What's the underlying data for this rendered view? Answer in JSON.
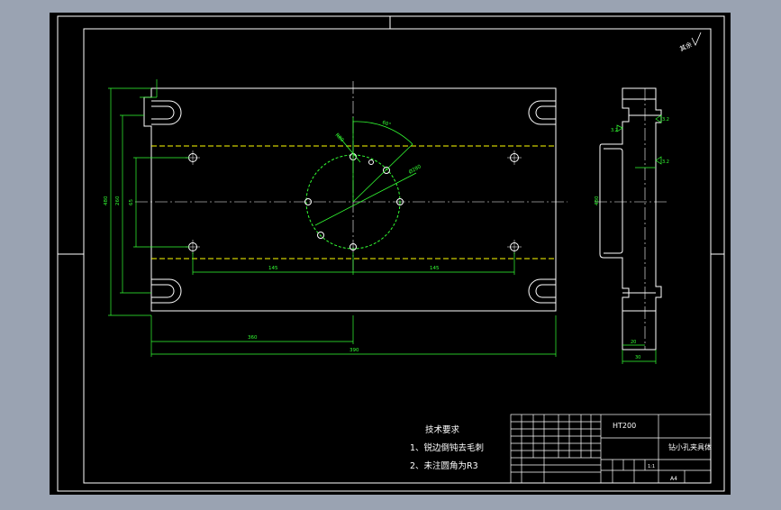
{
  "colors": {
    "background": "#9aa3b2",
    "sheet": "#000000",
    "line": "#ffffff",
    "dimension": "#33ff33",
    "centerline": "#ffff66",
    "hidden": "#ffff00"
  },
  "drawing": {
    "corner_note": "其余",
    "technical_requirements": {
      "heading": "技术要求",
      "item1": "1、锐边倒钝去毛刺",
      "item2": "2、未注圆角为R3"
    },
    "dimensions": {
      "overall_height": "480",
      "hole_span_vertical": "260",
      "left_hole_vertical": "65",
      "hole_spacing_left": "145",
      "hole_spacing_right": "145",
      "hole_row_length": "360",
      "overall_length": "390",
      "pcd_angle": "60°",
      "pcd_radius": "R80",
      "pcd_dia": "Ø280",
      "side_height": "480",
      "side_thickness": "30",
      "side_thickness_2": "20"
    },
    "surface_finish": {
      "sf1": "3.2",
      "sf2": "3.2",
      "sf3": "3.2"
    },
    "title_block": {
      "material": "HT200",
      "part_name": "钻小孔夹具体",
      "scale": "1:1",
      "sheet_label": "A4"
    }
  }
}
